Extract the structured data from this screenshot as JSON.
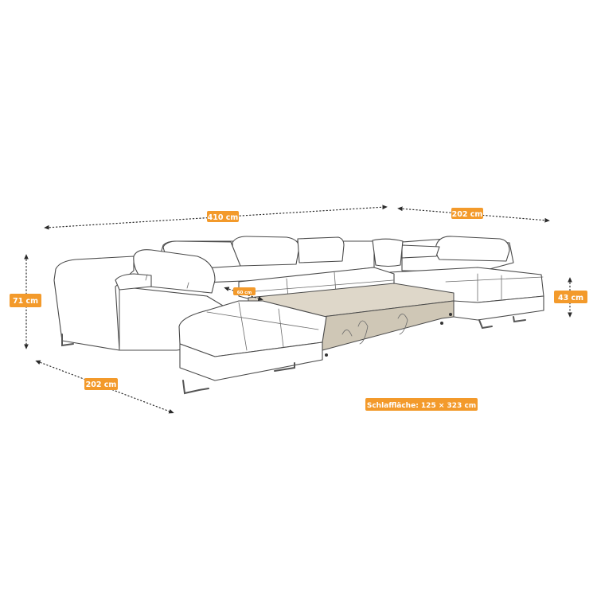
{
  "diagram": {
    "accent_color": "#f39a2b",
    "dimensions": {
      "width_total": "410 cm",
      "depth_right": "202 cm",
      "height_total": "71 cm",
      "depth_left": "202 cm",
      "seat_height": "43 cm",
      "headrest_extension": "60 cm",
      "sleeping_area": "Schlaffläche: 125 × 323 cm"
    }
  }
}
